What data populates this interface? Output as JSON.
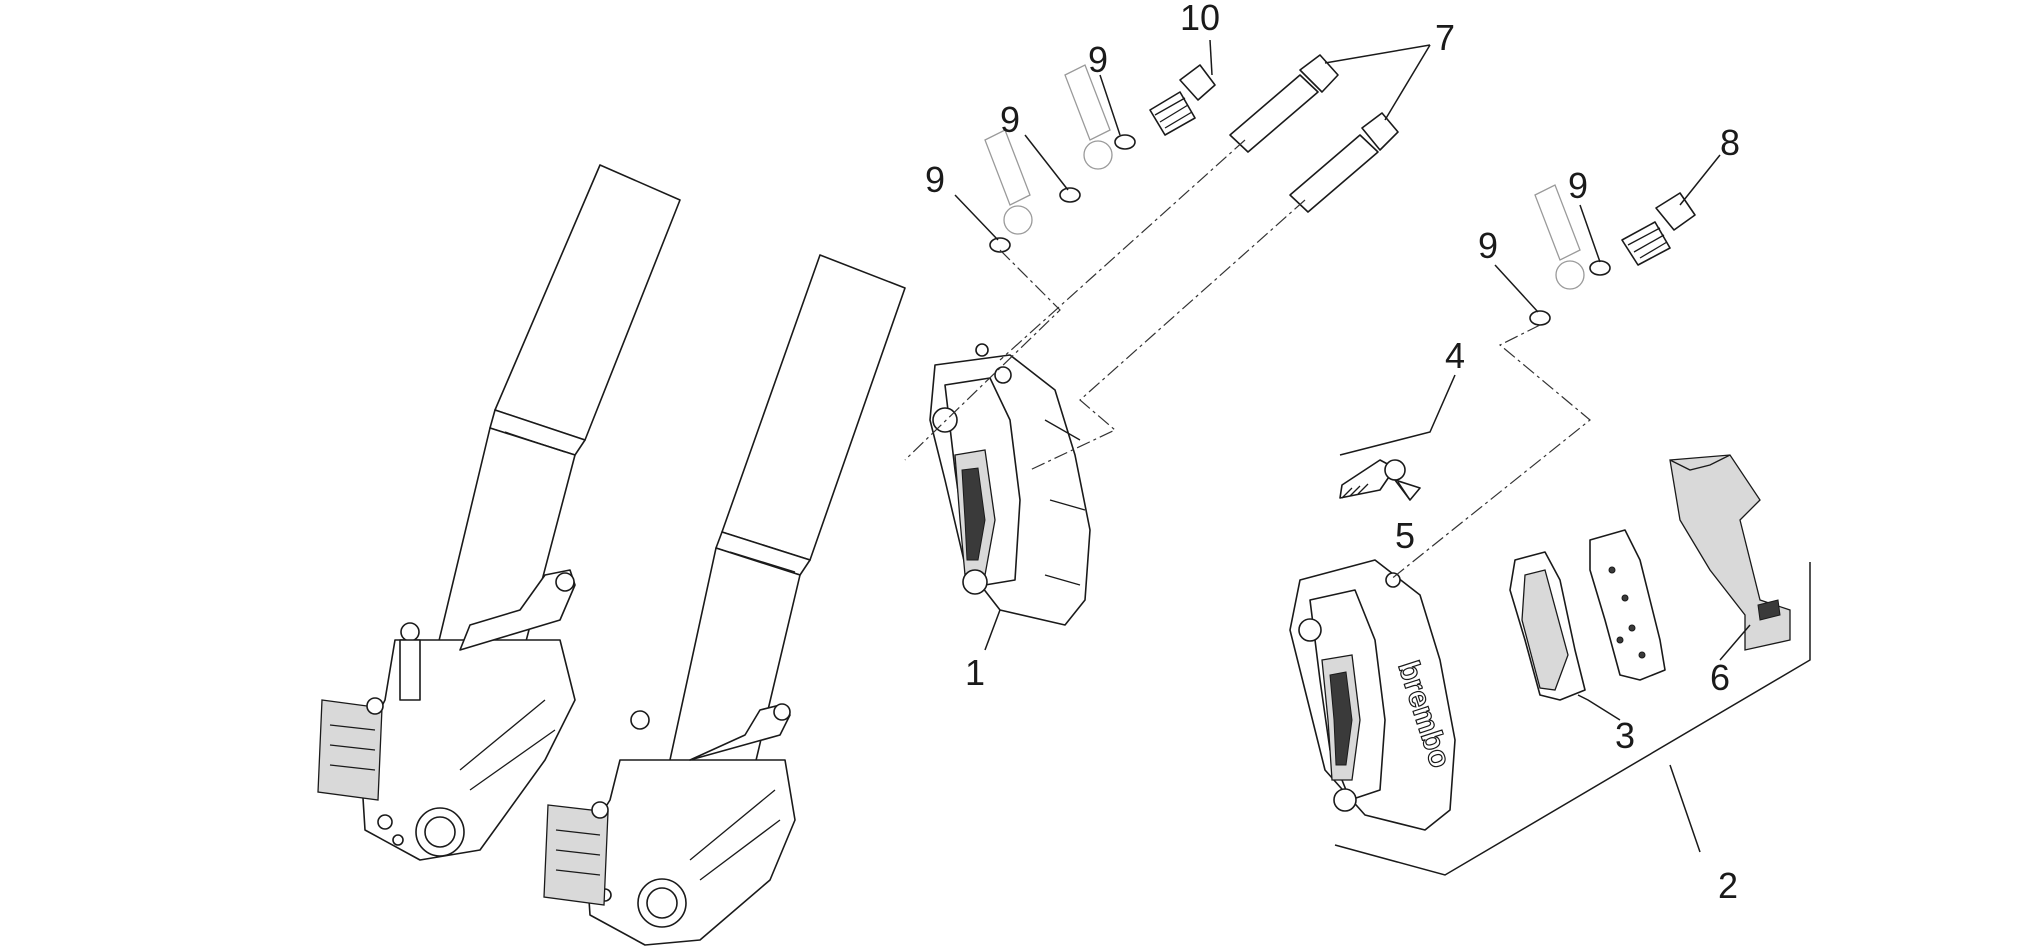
{
  "callouts": [
    {
      "id": "1",
      "text": "1"
    },
    {
      "id": "2",
      "text": "2"
    },
    {
      "id": "3",
      "text": "3"
    },
    {
      "id": "4",
      "text": "4"
    },
    {
      "id": "5",
      "text": "5"
    },
    {
      "id": "6",
      "text": "6"
    },
    {
      "id": "7",
      "text": "7"
    },
    {
      "id": "8",
      "text": "8"
    },
    {
      "id": "9a",
      "text": "9"
    },
    {
      "id": "9b",
      "text": "9"
    },
    {
      "id": "9c",
      "text": "9"
    },
    {
      "id": "9d",
      "text": "9"
    },
    {
      "id": "9e",
      "text": "9"
    },
    {
      "id": "10",
      "text": "10"
    }
  ],
  "caliper_logo": "brembo"
}
